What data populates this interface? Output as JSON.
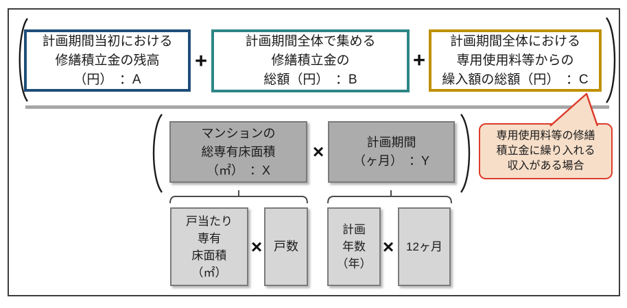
{
  "colors": {
    "box_a_border": "#1f4e79",
    "box_b_border": "#2e8686",
    "box_c_border": "#bf9000",
    "dark_gray_fill": "#acacac",
    "light_gray_fill": "#d6d6d6",
    "gray_box_border": "#7a7a7a",
    "callout_fill": "#f6dec9",
    "callout_border": "#dd3b2a",
    "divider_gray": "#a6a6a6",
    "text": "#1a1a1a"
  },
  "formula": {
    "numerator": {
      "box_a": {
        "lines": [
          "計画期間当初における",
          "修繕積立金の残高",
          "（円）　：A"
        ]
      },
      "operator_1": "+",
      "box_b": {
        "lines": [
          "計画期間全体で集める",
          "修繕積立金の",
          "総額（円）　：B"
        ]
      },
      "operator_2": "+",
      "box_c": {
        "lines": [
          "計画期間全体における",
          "専用使用料等からの",
          "繰入額の総額（円）　：C"
        ]
      }
    },
    "denominator": {
      "box_x": {
        "lines": [
          "マンションの",
          "総専有床面積",
          "（㎡）　：X"
        ]
      },
      "operator": "×",
      "box_y": {
        "lines": [
          "計画期間",
          "（ヶ月）　：Y"
        ]
      }
    },
    "x_breakdown": {
      "box_floor_area": {
        "lines": [
          "戸当たり",
          "専有",
          "床面積",
          "（㎡）"
        ]
      },
      "operator": "×",
      "box_units": {
        "lines": [
          "戸数"
        ]
      }
    },
    "y_breakdown": {
      "box_years": {
        "lines": [
          "計画",
          "年数",
          "（年）"
        ]
      },
      "operator": "×",
      "box_months": {
        "lines": [
          "12ヶ月"
        ]
      }
    },
    "callout": {
      "lines": [
        "専用使用料等の修繕",
        "積立金に繰り入れる",
        "収入がある場合"
      ]
    }
  }
}
